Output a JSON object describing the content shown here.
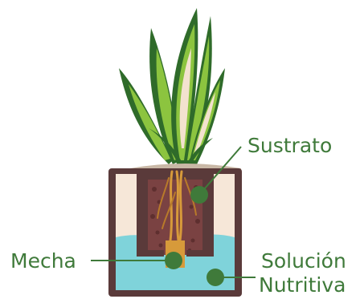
{
  "colors": {
    "label_text": "#3f7a3a",
    "marker": "#3f7a3a",
    "pot_frame": "#5a3a3a",
    "substrate": "#7a4242",
    "solution": "#7fd3da",
    "roots": "#d79a3a",
    "leaf_dark": "#2f6b2a",
    "leaf_light": "#8cc43f",
    "leaf_inner": "#f3e2cf"
  },
  "labels": {
    "sustrato": "Sustrato",
    "mecha": "Mecha",
    "solucion_line1": "Solución",
    "solucion_line2": "Nutritiva"
  }
}
